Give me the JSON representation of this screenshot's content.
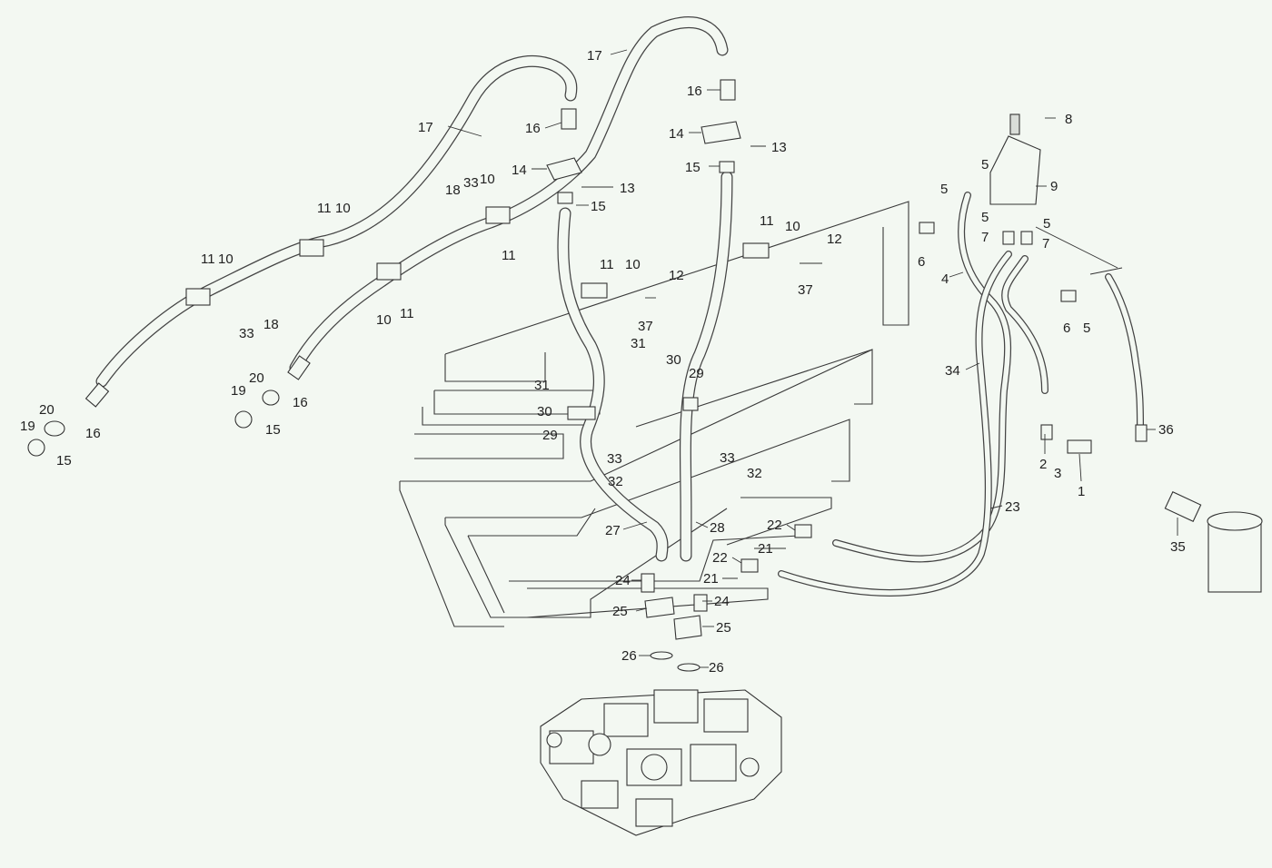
{
  "callouts": [
    {
      "id": "c1",
      "text": "1"
    },
    {
      "id": "c2",
      "text": "2"
    },
    {
      "id": "c3",
      "text": "3"
    },
    {
      "id": "c4",
      "text": "4"
    },
    {
      "id": "c5a",
      "text": "5"
    },
    {
      "id": "c5b",
      "text": "5"
    },
    {
      "id": "c5c",
      "text": "5"
    },
    {
      "id": "c5d",
      "text": "5"
    },
    {
      "id": "c5e",
      "text": "5"
    },
    {
      "id": "c6a",
      "text": "6"
    },
    {
      "id": "c6b",
      "text": "6"
    },
    {
      "id": "c7a",
      "text": "7"
    },
    {
      "id": "c7b",
      "text": "7"
    },
    {
      "id": "c8",
      "text": "8"
    },
    {
      "id": "c9",
      "text": "9"
    },
    {
      "id": "c10a",
      "text": "10"
    },
    {
      "id": "c10b",
      "text": "10"
    },
    {
      "id": "c10c",
      "text": "10"
    },
    {
      "id": "c10d",
      "text": "10"
    },
    {
      "id": "c10e",
      "text": "10"
    },
    {
      "id": "c10f",
      "text": "10"
    },
    {
      "id": "c11a",
      "text": "11"
    },
    {
      "id": "c11b",
      "text": "11"
    },
    {
      "id": "c11c",
      "text": "11"
    },
    {
      "id": "c11d",
      "text": "11"
    },
    {
      "id": "c11e",
      "text": "11"
    },
    {
      "id": "c11f",
      "text": "11"
    },
    {
      "id": "c12a",
      "text": "12"
    },
    {
      "id": "c12b",
      "text": "12"
    },
    {
      "id": "c13a",
      "text": "13"
    },
    {
      "id": "c13b",
      "text": "13"
    },
    {
      "id": "c14a",
      "text": "14"
    },
    {
      "id": "c14b",
      "text": "14"
    },
    {
      "id": "c15a",
      "text": "15"
    },
    {
      "id": "c15b",
      "text": "15"
    },
    {
      "id": "c15c",
      "text": "15"
    },
    {
      "id": "c15d",
      "text": "15"
    },
    {
      "id": "c16a",
      "text": "16"
    },
    {
      "id": "c16b",
      "text": "16"
    },
    {
      "id": "c16c",
      "text": "16"
    },
    {
      "id": "c16d",
      "text": "16"
    },
    {
      "id": "c17a",
      "text": "17"
    },
    {
      "id": "c17b",
      "text": "17"
    },
    {
      "id": "c18a",
      "text": "18"
    },
    {
      "id": "c18b",
      "text": "18"
    },
    {
      "id": "c19a",
      "text": "19"
    },
    {
      "id": "c19b",
      "text": "19"
    },
    {
      "id": "c20a",
      "text": "20"
    },
    {
      "id": "c20b",
      "text": "20"
    },
    {
      "id": "c21a",
      "text": "21"
    },
    {
      "id": "c21b",
      "text": "21"
    },
    {
      "id": "c22a",
      "text": "22"
    },
    {
      "id": "c22b",
      "text": "22"
    },
    {
      "id": "c23",
      "text": "23"
    },
    {
      "id": "c24a",
      "text": "24"
    },
    {
      "id": "c24b",
      "text": "24"
    },
    {
      "id": "c25a",
      "text": "25"
    },
    {
      "id": "c25b",
      "text": "25"
    },
    {
      "id": "c26a",
      "text": "26"
    },
    {
      "id": "c26b",
      "text": "26"
    },
    {
      "id": "c27",
      "text": "27"
    },
    {
      "id": "c28",
      "text": "28"
    },
    {
      "id": "c29a",
      "text": "29"
    },
    {
      "id": "c29b",
      "text": "29"
    },
    {
      "id": "c30a",
      "text": "30"
    },
    {
      "id": "c30b",
      "text": "30"
    },
    {
      "id": "c31a",
      "text": "31"
    },
    {
      "id": "c31b",
      "text": "31"
    },
    {
      "id": "c32a",
      "text": "32"
    },
    {
      "id": "c32b",
      "text": "32"
    },
    {
      "id": "c33a",
      "text": "33"
    },
    {
      "id": "c33b",
      "text": "33"
    },
    {
      "id": "c33c",
      "text": "33"
    },
    {
      "id": "c33d",
      "text": "33"
    },
    {
      "id": "c34",
      "text": "34"
    },
    {
      "id": "c35",
      "text": "35"
    },
    {
      "id": "c36",
      "text": "36"
    },
    {
      "id": "c37a",
      "text": "37"
    },
    {
      "id": "c37b",
      "text": "37"
    }
  ]
}
